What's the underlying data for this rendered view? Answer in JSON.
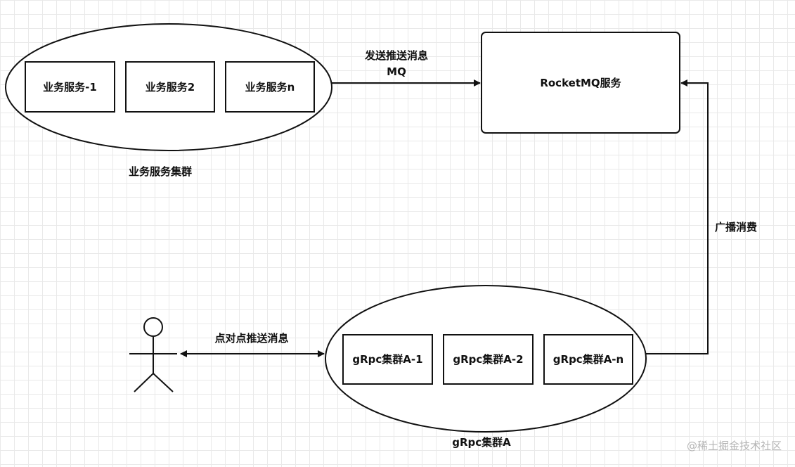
{
  "diagram": {
    "groups": {
      "business_cluster": "业务服务集群",
      "grpc_cluster": "gRpc集群A"
    },
    "nodes": {
      "business_service_1": "业务服务-1",
      "business_service_2": "业务服务2",
      "business_service_n": "业务服务n",
      "rocketmq_service": "RocketMQ服务",
      "grpc_node_1": "gRpc集群A-1",
      "grpc_node_2": "gRpc集群A-2",
      "grpc_node_n": "gRpc集群A-n"
    },
    "edges": {
      "send_push_line1": "发送推送消息",
      "send_push_line2": "MQ",
      "broadcast_consume": "广播消费",
      "point_to_point_push": "点对点推送消息"
    }
  },
  "watermark": "@稀土掘金技术社区"
}
